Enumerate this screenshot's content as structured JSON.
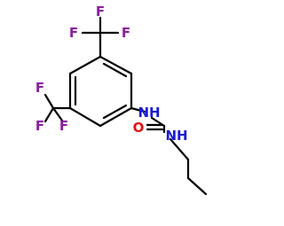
{
  "molecule": {
    "atom_labels": {
      "f1": "F",
      "f2": "F",
      "f3": "F",
      "f4": "F",
      "f5": "F",
      "f6": "F",
      "nh1": "NH",
      "o1": "O",
      "nh2": "NH"
    }
  },
  "colors": {
    "bond": "#000000",
    "fluorine": "#8a1f9e",
    "nitrogen": "#1a1ad6",
    "oxygen": "#e01414",
    "background": "#ffffff"
  }
}
